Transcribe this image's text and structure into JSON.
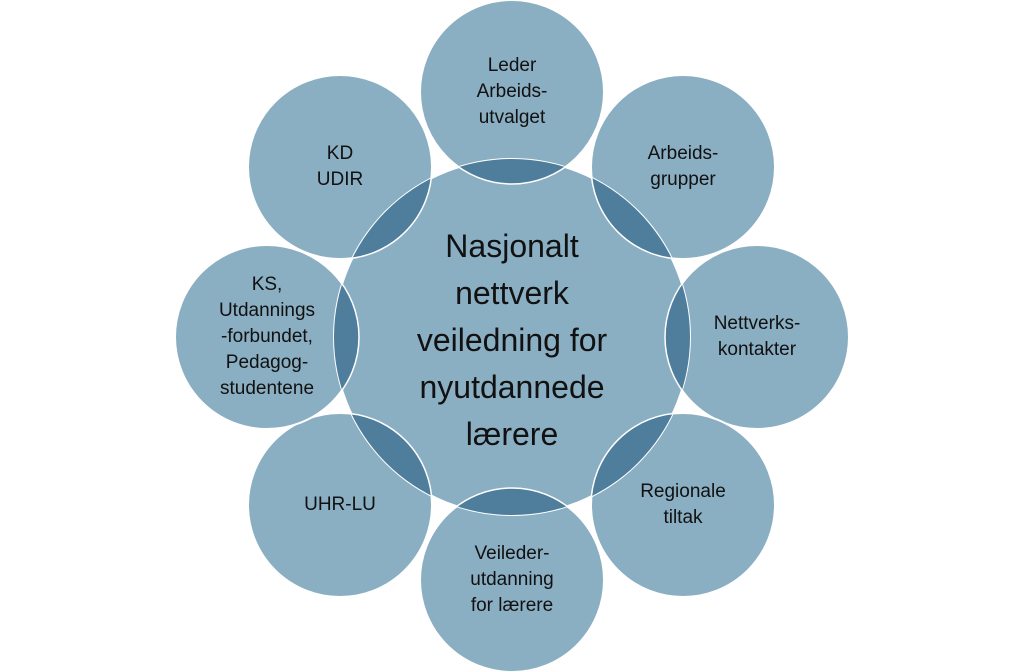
{
  "colors": {
    "circle_fill": "#8aaec2",
    "circle_stroke": "#ffffff",
    "overlap_fill": "#4e7e9b",
    "text": "#111111",
    "background": "#ffffff"
  },
  "center": {
    "lines": [
      "Nasjonalt",
      "nettverk",
      "veiledning for",
      "nyutdannede",
      "lærere"
    ]
  },
  "nodes": [
    {
      "id": "leder",
      "lines": [
        "Leder",
        "Arbeids-",
        "utvalget"
      ]
    },
    {
      "id": "arbeidsgrupper",
      "lines": [
        "Arbeids-",
        "grupper"
      ]
    },
    {
      "id": "nettverkskontakter",
      "lines": [
        "Nettverks-",
        "kontakter"
      ]
    },
    {
      "id": "regionale-tiltak",
      "lines": [
        "Regionale",
        "tiltak"
      ]
    },
    {
      "id": "veilederutdanning",
      "lines": [
        "Veileder-",
        "utdanning",
        "for lærere"
      ]
    },
    {
      "id": "uhr-lu",
      "lines": [
        "UHR-LU"
      ]
    },
    {
      "id": "ks",
      "lines": [
        "KS,",
        "Utdannings",
        "-forbundet,",
        "Pedagog-",
        "studentene"
      ]
    },
    {
      "id": "kd-udir",
      "lines": [
        "KD",
        "UDIR"
      ]
    }
  ]
}
